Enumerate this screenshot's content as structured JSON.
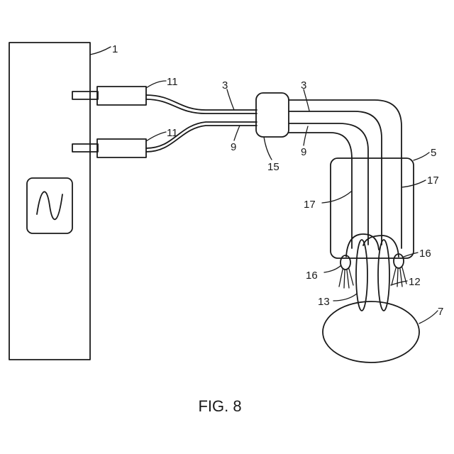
{
  "caption": "FIG. 8",
  "refs": {
    "r1": "1",
    "r3a": "3",
    "r3b": "3",
    "r5": "5",
    "r7": "7",
    "r9a": "9",
    "r9b": "9",
    "r11a": "11",
    "r11b": "11",
    "r12": "12",
    "r13": "13",
    "r15": "15",
    "r16a": "16",
    "r16b": "16",
    "r17a": "17",
    "r17b": "17"
  }
}
